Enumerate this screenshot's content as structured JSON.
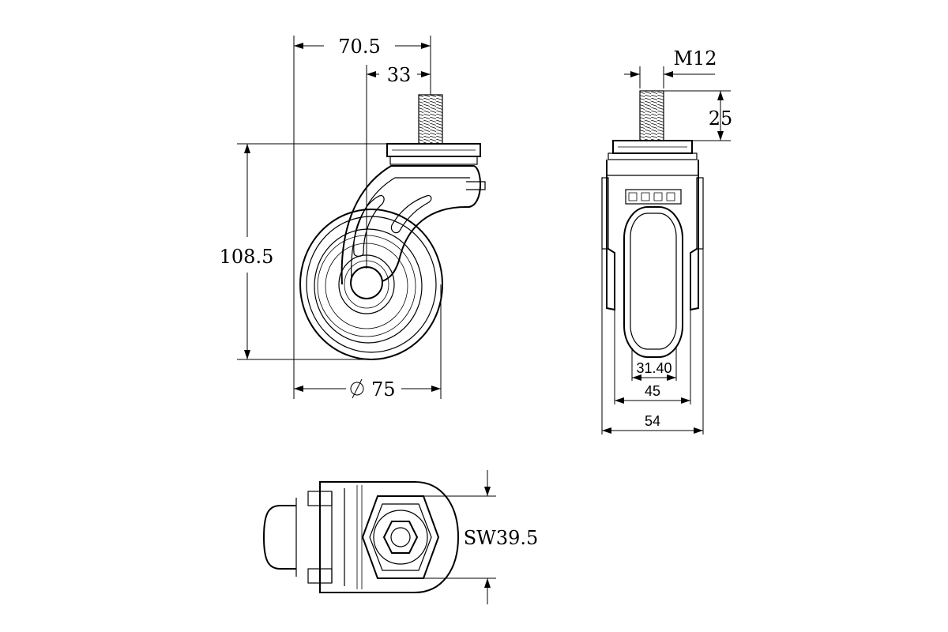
{
  "drawing": {
    "side_view": {
      "dim_offset_total": "70.5",
      "dim_offset_axle": "33",
      "dim_height": "108.5",
      "dim_wheel_diameter": "75"
    },
    "front_view": {
      "dim_thread": "M12",
      "dim_stem_length": "25",
      "dim_tread_width": "31.40",
      "dim_wheel_width": "45",
      "dim_overall_width": "54"
    },
    "top_view": {
      "dim_wrench_size": "SW39.5"
    }
  }
}
